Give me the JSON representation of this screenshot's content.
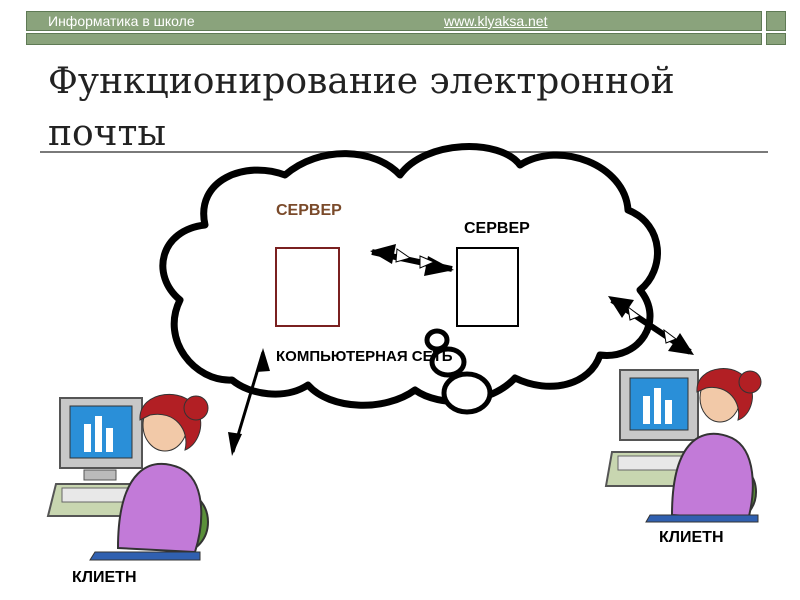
{
  "header": {
    "left_text": "Информатика в школе",
    "url": "www.klyaksa.net"
  },
  "title": "Функционирование электронной почты",
  "diagram": {
    "server_left": "СЕРВЕР",
    "server_right": "СЕРВЕР",
    "network": "КОМПЬЮТЕРНАЯ СЕТЬ",
    "client_left": "КЛИЕТН",
    "client_right": "КЛИЕТН"
  },
  "colors": {
    "header": "#8aa37c",
    "server_left_label": "#7a4a2a",
    "server_left_box": "#7a2020"
  }
}
